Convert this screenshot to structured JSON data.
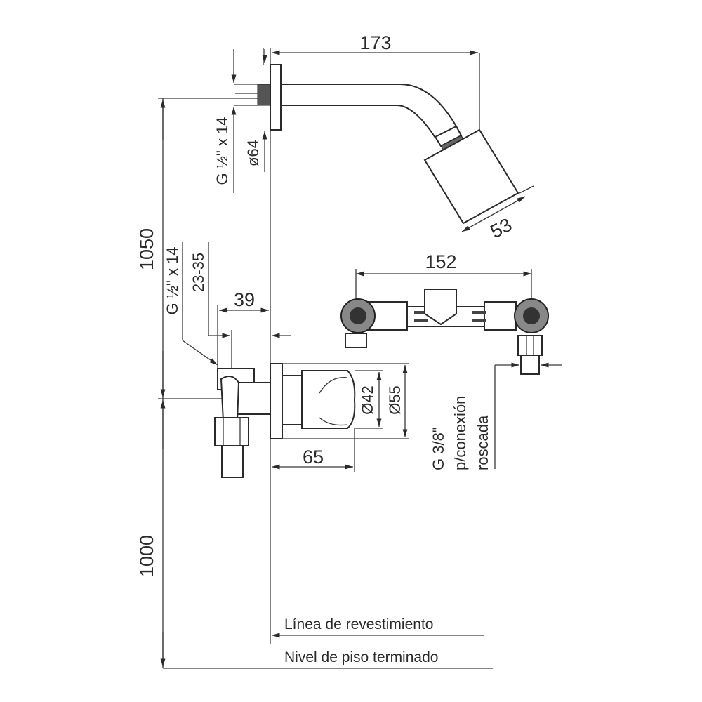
{
  "dimensions": {
    "arm_length": "173",
    "head_depth": "53",
    "flange_diameter": "ø64",
    "arm_thread": "G ½\" x 14",
    "height_shower": "1050",
    "height_valve": "1000",
    "valve_spacing": "152",
    "valve_thread": "G ½\" x 14",
    "embed_range": "23-35",
    "embed_depth": "39",
    "knob_diameter": "Ø42",
    "plate_diameter": "Ø55",
    "knob_projection": "65",
    "connection_line1": "G 3/8\"",
    "connection_line2": "p/conexión",
    "connection_line3": "roscada"
  },
  "labels": {
    "wall_line": "Línea de revestimiento",
    "floor_level": "Nivel de piso terminado"
  }
}
